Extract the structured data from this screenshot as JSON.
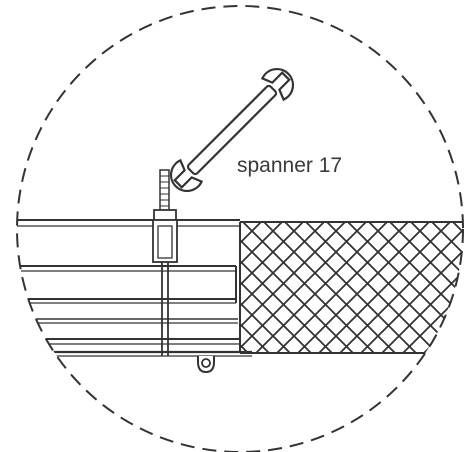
{
  "diagram": {
    "tool_label": "spanner 17",
    "components": {
      "detail_circle": "dashed-circle",
      "tool_icon": "spanner-icon",
      "fastener": "threaded-bolt",
      "left_section": "layered-profile",
      "right_section": "cross-hatched-insulation",
      "bottom_fitting": "eye-fitting"
    }
  },
  "colors": {
    "line": "#333333",
    "fill": "#ffffff"
  }
}
